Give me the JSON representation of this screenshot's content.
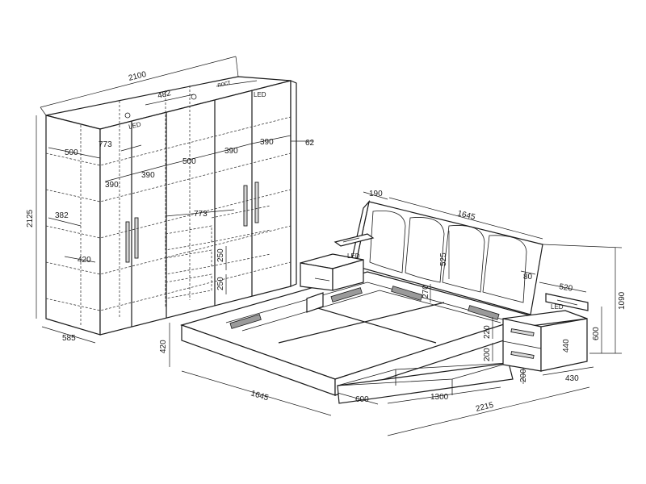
{
  "wardrobe": {
    "width": "2100",
    "height": "2125",
    "depth": "585",
    "compartment_482": "482",
    "compartment_773_top": "773",
    "compartment_773_mid": "773",
    "shelf_500_left": "500",
    "shelf_500_mid": "500",
    "shelf_390_a": "390",
    "shelf_390_b": "390",
    "shelf_390_c": "390",
    "shelf_390_d": "390",
    "door_offset": "62",
    "shelf_382": "382",
    "shelf_420": "420",
    "drawer_250_a": "250",
    "drawer_250_b": "250",
    "label_post": "пост",
    "label_led_top": "LED",
    "label_led_left": "LED"
  },
  "bed": {
    "headboard_depth": "190",
    "headboard_width": "1645",
    "headboard_height": "525",
    "headboard_270": "270",
    "headboard_80": "80",
    "frame_height": "420",
    "frame_length": "1645",
    "drawer_600": "600",
    "drawer_1300": "1300",
    "overall_width": "2215",
    "drawer_200_a": "200",
    "drawer_200_b": "200",
    "side_220": "220"
  },
  "nightstand": {
    "top_width": "520",
    "overall_height": "1090",
    "body_height": "600",
    "drawer_440": "440",
    "depth": "430",
    "label_led_left": "LED",
    "label_led_right": "LED"
  }
}
